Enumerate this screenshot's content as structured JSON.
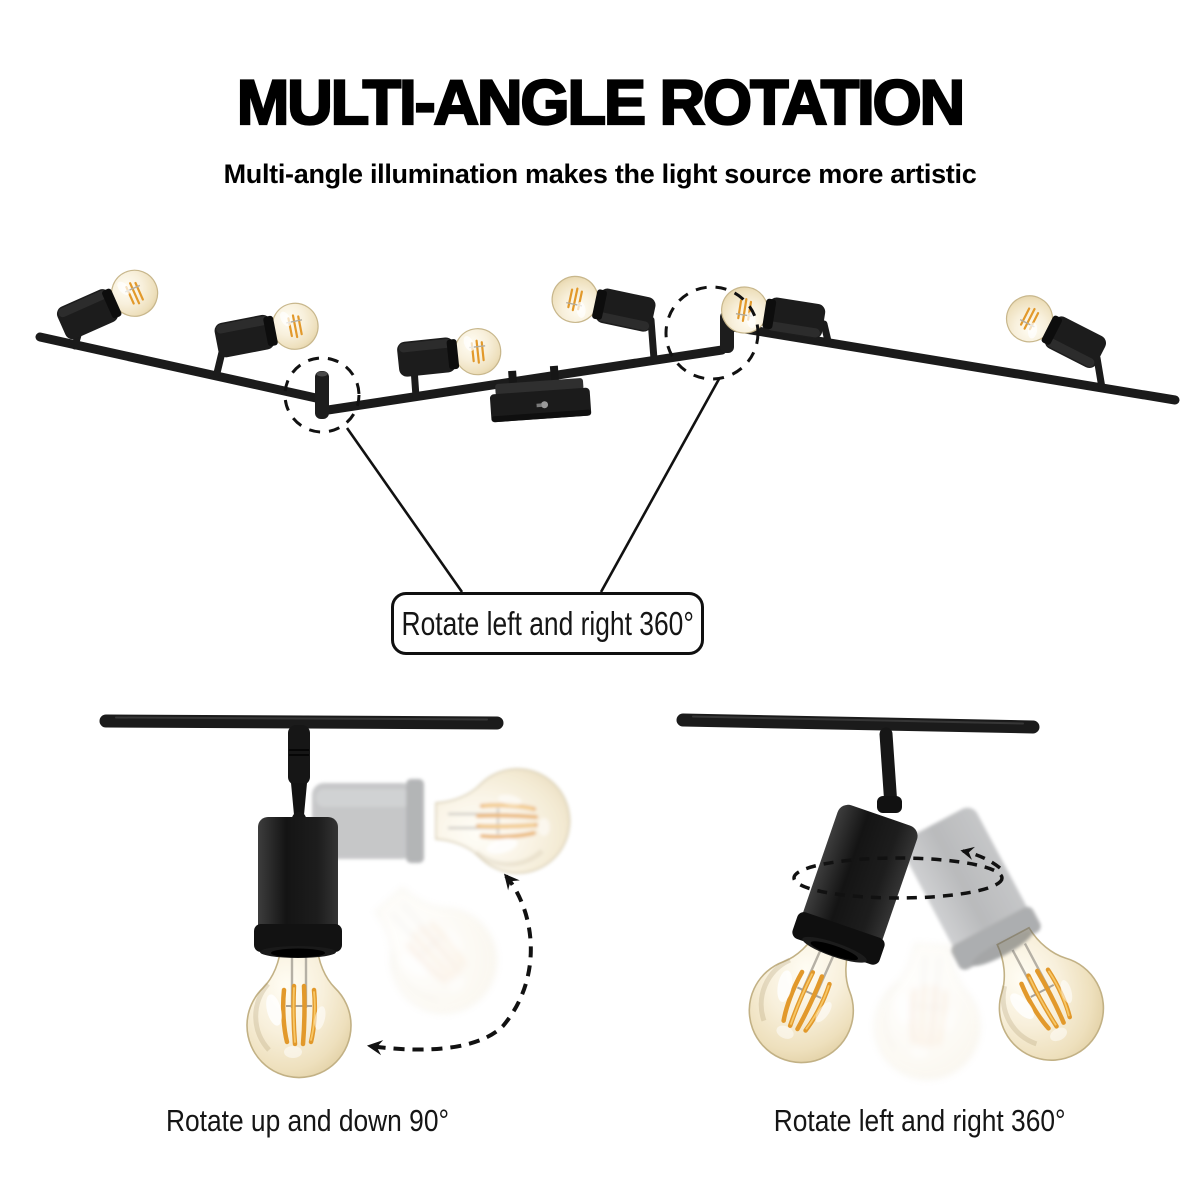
{
  "page": {
    "background_color": "#ffffff"
  },
  "header": {
    "title": "MULTI-ANGLE ROTATION",
    "subtitle": "Multi-angle illumination makes the light source more artistic"
  },
  "main_figure": {
    "description": "six-light adjustable track ceiling lamp",
    "light_count": 6,
    "callout_label": "Rotate left and right 360°"
  },
  "details": {
    "left": {
      "caption": "Rotate up and down 90°"
    },
    "right": {
      "caption": "Rotate left and right 360°"
    }
  },
  "colors": {
    "fixture_black": "#1b1b1b",
    "annotation_ink": "#111111",
    "bulb_glass": "#f6eed8",
    "filament_amber": "#e2992b",
    "ghost_gray": "#8e9093",
    "text_black": "#000000"
  }
}
